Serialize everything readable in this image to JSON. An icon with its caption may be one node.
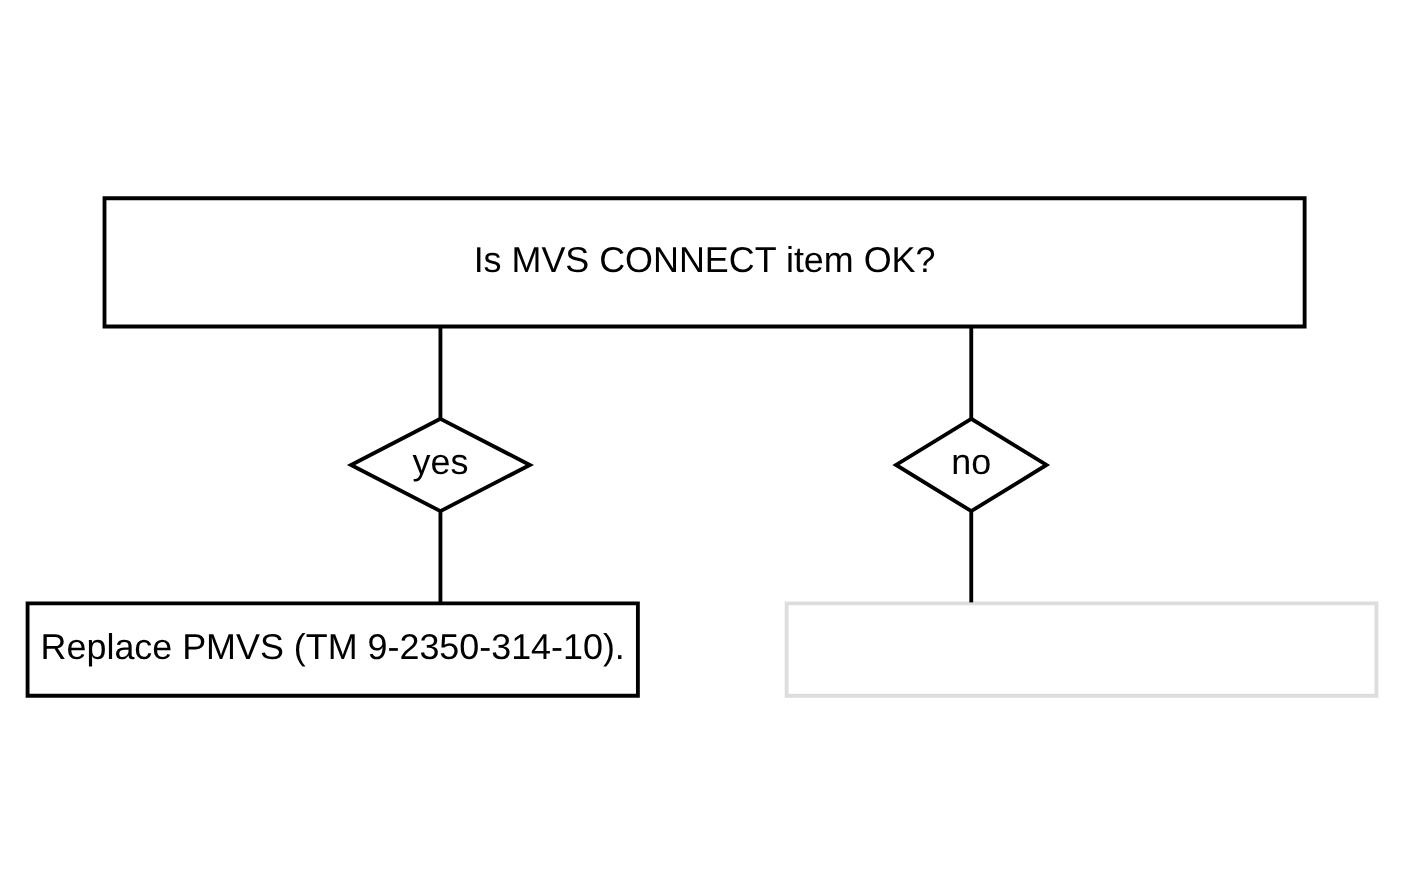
{
  "diagram": {
    "nodes": [
      {
        "text": [
          "Is MVS CONNECT item OK?"
        ]
      },
      {
        "text": [
          "yes"
        ]
      },
      {
        "text": [
          "no"
        ]
      },
      {
        "text": [
          "Replace PMVS (TM 9-2350-314-10)."
        ]
      },
      {
        "text": [],
        "shape": "box"
      }
    ],
    "edges": [
      {
        "from": 0,
        "to": 1,
        "arrow": "none"
      },
      {
        "from": 0,
        "to": 2,
        "arrow": "none"
      },
      {
        "from": 1,
        "to": 3,
        "arrow": "none"
      },
      {
        "from": 2,
        "to": 4,
        "arrow": "none"
      }
    ]
  }
}
